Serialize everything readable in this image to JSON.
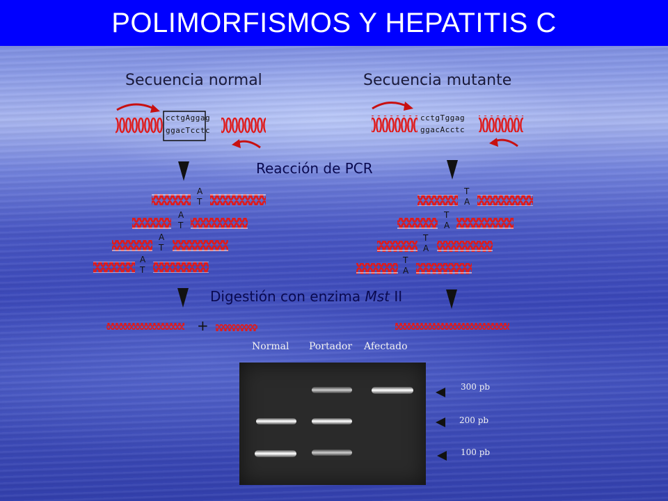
{
  "title": "POLIMORFISMOS Y HEPATITIS C",
  "diagram": {
    "normal_label": "Secuencia normal",
    "mutant_label": "Secuencia mutante",
    "normal_seq_top": "cctgAggag",
    "normal_seq_bottom": "ggacTcctc",
    "mutant_seq_top": "cctgTggag",
    "mutant_seq_bottom": "ggacAcctc",
    "pcr_label": "Reacción de PCR",
    "digestion_label": "Digestión con enzima ",
    "enzyme": "Mst",
    "enzyme_suffix": " II",
    "plus": "+",
    "normal_base_top": "A",
    "normal_base_bottom": "T",
    "mutant_base_top": "T",
    "mutant_base_bottom": "A"
  },
  "gel": {
    "lanes": [
      "Normal",
      "Portador",
      "Afectado"
    ],
    "sizes": [
      "300 pb",
      "200 pb",
      "100 pb"
    ]
  },
  "colors": {
    "title_bar": "#0000ff",
    "dna": "#e01a1a",
    "gel": "#2a2a2a"
  }
}
